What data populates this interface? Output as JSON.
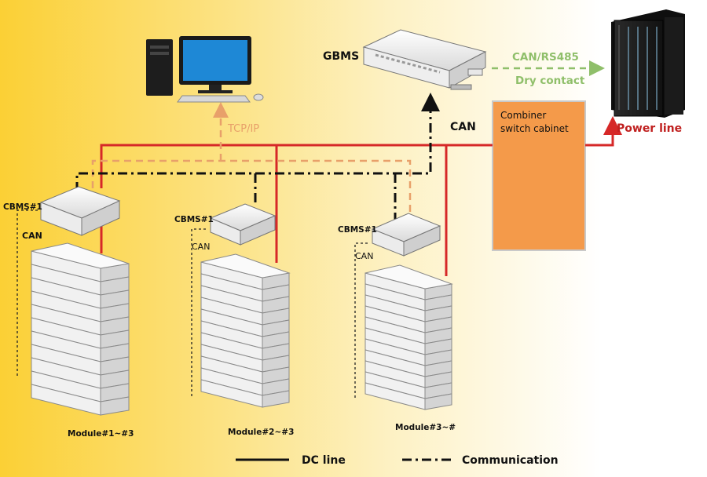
{
  "labels": {
    "gbms": "GBMS",
    "can_rs485": "CAN/RS485",
    "dry_contact": "Dry contact",
    "tcp_ip": "TCP/IP",
    "can_main": "CAN",
    "combiner_line1": "Combiner",
    "combiner_line2": "switch cabinet",
    "power_line": "Power line",
    "cbms1": "CBMS#1",
    "cbms2": "CBMS#1",
    "cbms3": "CBMS#1",
    "can1": "CAN",
    "can2": "CAN",
    "can3": "CAN",
    "module1": "Module#1~#3",
    "module2": "Module#2~#3",
    "module3": "Module#3~#",
    "legend_dc": "DC line",
    "legend_comm": "Communication"
  },
  "colors": {
    "dc_line": "#d62828",
    "comm_line": "#111111",
    "tcp_line": "#e8a06a",
    "ext_line": "#8fbf6a",
    "combiner_fill": "#f49a4a",
    "combiner_border": "#c9c9c9",
    "power_text": "#c0201f"
  },
  "icons": [
    "computer-icon",
    "gbms-device-icon",
    "server-rack-icon",
    "cbms-device-icon",
    "battery-module-icon"
  ]
}
